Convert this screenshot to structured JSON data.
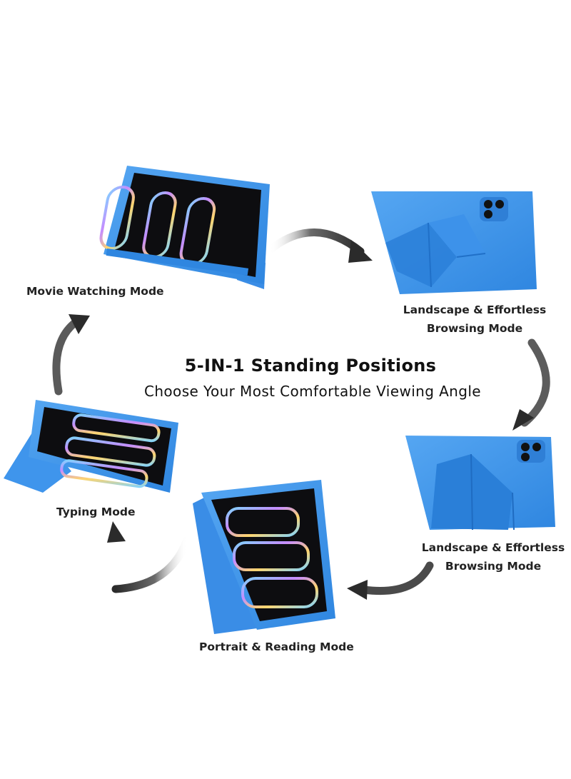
{
  "heading": {
    "title": "5-IN-1 Standing Positions",
    "subtitle": "Choose Your Most Comfortable Viewing Angle"
  },
  "modes": [
    {
      "line1": "Movie Watching Mode",
      "line2": ""
    },
    {
      "line1": "Landscape & Effortless",
      "line2": "Browsing Mode"
    },
    {
      "line1": "Landscape & Effortless",
      "line2": "Browsing  Mode"
    },
    {
      "line1": "Portrait & Reading Mode",
      "line2": ""
    },
    {
      "line1": "Typing Mode",
      "line2": ""
    }
  ],
  "colors": {
    "case_blue": "#3f95ec",
    "case_dark": "#2a7fd8",
    "screen": "#0d0d10",
    "arrow": "#3a3a3a"
  },
  "icons": [
    "curved-arrow-icon",
    "camera-lens-icon",
    "tablet-screen-icon"
  ]
}
